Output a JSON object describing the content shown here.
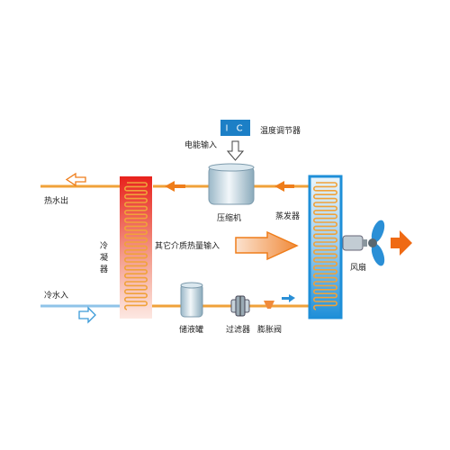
{
  "diagram": {
    "controller": {
      "code": "I C",
      "label": "温度调节器"
    },
    "power_input": "电能输入",
    "hot_water_out": "热水出",
    "cold_water_in": "冷水入",
    "condenser": "冷凝器",
    "compressor": "压缩机",
    "evaporator": "蒸发器",
    "heat_input": "其它介质热量输入",
    "fan": "风扇",
    "receiver": "储液罐",
    "filter": "过滤器",
    "expansion_valve": "膨胀阀"
  },
  "colors": {
    "pipe": "#f0a23a",
    "condenser_red": "#e8211c",
    "evaporator_blue": "#1e8fd8",
    "controller_blue": "#1c7fc6",
    "arrow_orange": "#ef7d1a",
    "arrow_blue": "#2a8fd6"
  }
}
